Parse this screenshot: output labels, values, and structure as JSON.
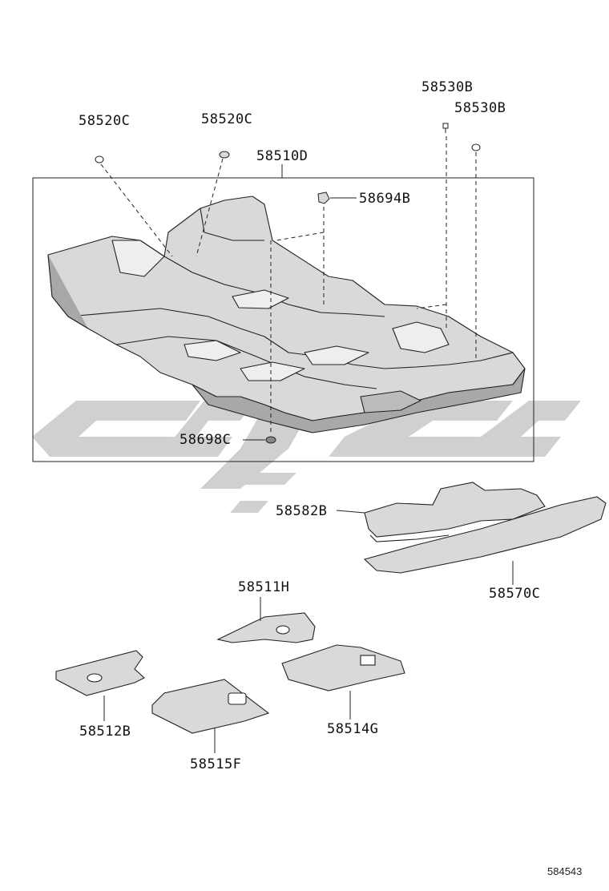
{
  "diagram_id": "584543",
  "watermark_color": "#c8c8c8",
  "line_color": "#222222",
  "part_fill": "#d9d9d9",
  "part_fill_dark": "#a8a8a8",
  "labels": {
    "p58520C_left": "58520C",
    "p58520C_right": "58520C",
    "p58510D": "58510D",
    "p58530B_top": "58530B",
    "p58530B_lower": "58530B",
    "p58694B": "58694B",
    "p58698C": "58698C",
    "p58582B": "58582B",
    "p58570C": "58570C",
    "p58511H": "58511H",
    "p58512B": "58512B",
    "p58515F": "58515F",
    "p58514G": "58514G"
  }
}
